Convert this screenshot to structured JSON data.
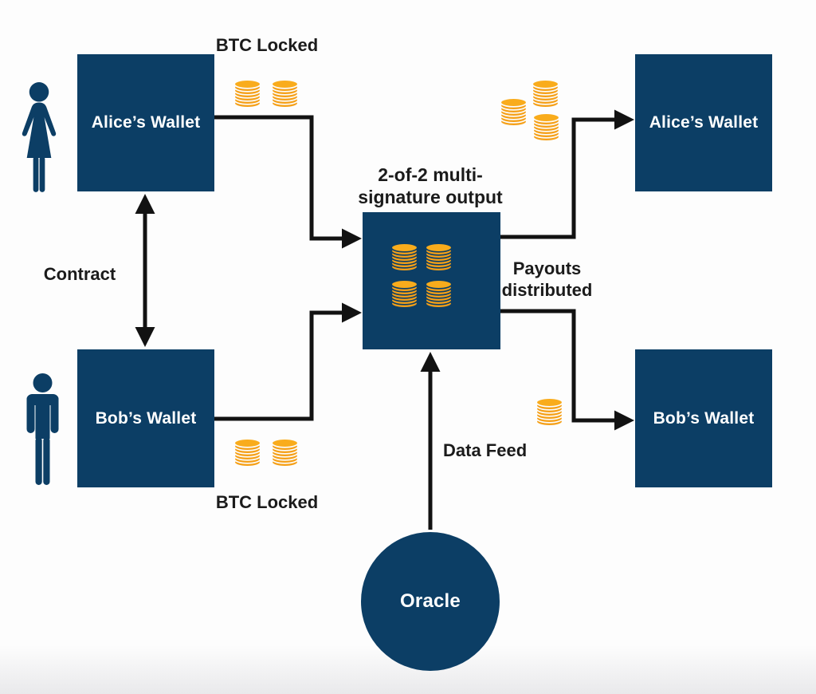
{
  "colors": {
    "navy": "#0C3E65",
    "coin_gold": "#F5A018",
    "coin_gold_top": "#F9AC1C",
    "line_black": "#121212",
    "label_text": "#1B1B1B",
    "node_text": "#FFFFFF",
    "background": "#FDFDFD"
  },
  "nodes": {
    "alice_wallet_left": {
      "label": "Alice’s Wallet"
    },
    "bob_wallet_left": {
      "label": "Bob’s Wallet"
    },
    "multisig": {
      "label": "2-of-2 multi-signature output",
      "label_lines": [
        "2-of-2 multi-",
        "signature output"
      ]
    },
    "alice_wallet_right": {
      "label": "Alice’s Wallet"
    },
    "bob_wallet_right": {
      "label": "Bob’s Wallet"
    },
    "oracle": {
      "label": "Oracle"
    }
  },
  "labels": {
    "btc_locked_top": "BTC Locked",
    "btc_locked_bottom": "BTC Locked",
    "contract": "Contract",
    "payouts_lines": [
      "Payouts",
      "distributed"
    ],
    "data_feed": "Data Feed"
  },
  "coin_groups": {
    "alice_btc_locked_stacks": 2,
    "bob_btc_locked_stacks": 2,
    "multisig_stacks": 4,
    "alice_payout_stacks": 3,
    "bob_payout_stacks": 1
  },
  "edges": [
    {
      "from": "alice_wallet_left",
      "to": "bob_wallet_left",
      "label": "Contract",
      "bidirectional": true
    },
    {
      "from": "alice_wallet_left",
      "to": "multisig",
      "label": "BTC Locked"
    },
    {
      "from": "bob_wallet_left",
      "to": "multisig",
      "label": "BTC Locked"
    },
    {
      "from": "multisig",
      "to": "alice_wallet_right",
      "label": "Payouts distributed"
    },
    {
      "from": "multisig",
      "to": "bob_wallet_right",
      "label": "Payouts distributed"
    },
    {
      "from": "oracle",
      "to": "multisig",
      "label": "Data Feed"
    }
  ]
}
